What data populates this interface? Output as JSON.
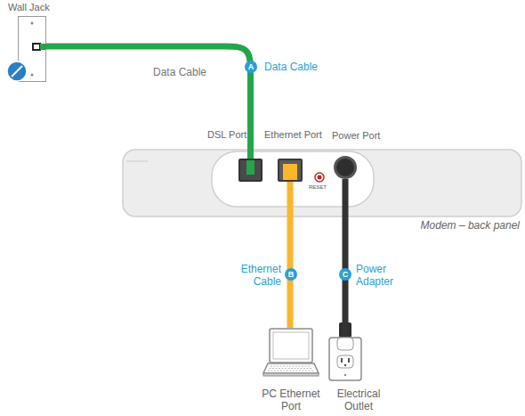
{
  "diagram": {
    "nodes": [
      {
        "text": [
          "Wall Jack"
        ]
      },
      {
        "text": [
          "Modem – back panel"
        ]
      },
      {
        "text": [
          "DSL Port"
        ],
        "in": 1
      },
      {
        "text": [
          "Ethernet Port"
        ],
        "in": 1
      },
      {
        "text": [
          "Power Port"
        ],
        "in": 1
      },
      {
        "text": [
          "PC Ethernet Port"
        ]
      },
      {
        "text": [
          "Electrical Outlet"
        ]
      }
    ],
    "edges": [
      {
        "from": 0,
        "to": 2,
        "arrow": "none",
        "label": "Data Cable"
      },
      {
        "from": 3,
        "to": 5,
        "arrow": "none",
        "label": "Ethernet Cable"
      },
      {
        "from": 4,
        "to": 6,
        "arrow": "none",
        "label": "Power Adapter"
      }
    ],
    "labels": [
      "Data Cable",
      "A",
      "B",
      "C",
      "RESET"
    ]
  }
}
